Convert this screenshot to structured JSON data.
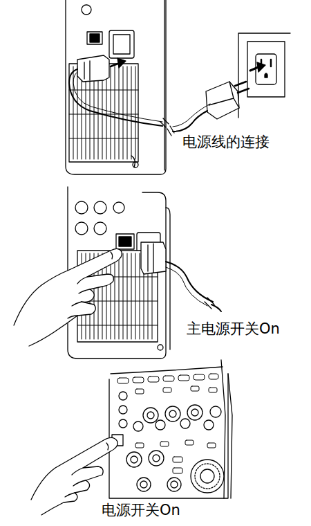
{
  "diagram": {
    "labels": [
      "电源线的连接",
      "主电源开关On",
      "电源开关On"
    ]
  }
}
